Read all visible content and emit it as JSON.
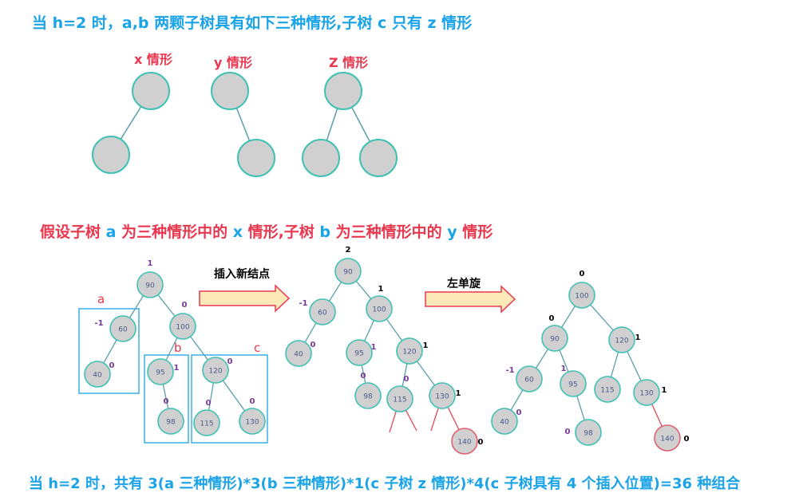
{
  "colors": {
    "heading_blue": "#1aa3e8",
    "highlight_red": "#e8384f",
    "node_fill": "#d0d0d0",
    "node_stroke": "#3fc1b4",
    "edge": "#5a9fa8",
    "box": "#1aa3e8",
    "balance_purple": "#7a3a9c",
    "node_text": "#4a5a8a",
    "arrow_fill": "#fde9b8",
    "arrow_stroke": "#e8384f",
    "red_node_stroke": "#e06070",
    "red_edge": "#e04a5a"
  },
  "headings": {
    "top": "当 h=2 时，a,b 两颗子树具有如下三种情形,子树 c 只有 z 情形",
    "middle": {
      "p1": "假设子树 ",
      "a": "a",
      "p2": " 为三种情形中的 ",
      "x": "x",
      "p3": " 情形,子树 ",
      "b": "b",
      "p4": " 为三种情形中的 ",
      "y": "y",
      "p5": " 情形"
    },
    "bottom": "当 h=2 时，共有 3(a 三种情形)*3(b 三种情形)*1(c 子树 z 情形)*4(c 子树具有 4 个插入位置)=36 种组合"
  },
  "shapes": [
    {
      "label": "x 情形"
    },
    {
      "label": "y 情形"
    },
    {
      "label": "Z 情形"
    }
  ],
  "arrows": {
    "insert": "插入新结点",
    "rotate": "左单旋"
  },
  "boxes": {
    "a": "a",
    "b": "b",
    "c": "c"
  },
  "tree1": {
    "nodes": [
      {
        "value": "90",
        "balance": "1"
      },
      {
        "value": "60",
        "balance": "-1"
      },
      {
        "value": "100",
        "balance": "0"
      },
      {
        "value": "40",
        "balance": "0"
      },
      {
        "value": "95",
        "balance": "1"
      },
      {
        "value": "120",
        "balance": "0"
      },
      {
        "value": "98",
        "balance": "0"
      },
      {
        "value": "115",
        "balance": "0"
      },
      {
        "value": "130",
        "balance": "0"
      }
    ]
  },
  "tree2": {
    "nodes": [
      {
        "value": "90",
        "balance": "2"
      },
      {
        "value": "60",
        "balance": "-1"
      },
      {
        "value": "100",
        "balance": "1"
      },
      {
        "value": "40",
        "balance": "0"
      },
      {
        "value": "95",
        "balance": "1"
      },
      {
        "value": "120",
        "balance": "1"
      },
      {
        "value": "98",
        "balance": "0"
      },
      {
        "value": "115",
        "balance": "0"
      },
      {
        "value": "130",
        "balance": "1"
      },
      {
        "value": "140",
        "balance": "0"
      }
    ]
  },
  "tree3": {
    "nodes": [
      {
        "value": "100",
        "balance": "0"
      },
      {
        "value": "90",
        "balance": "0"
      },
      {
        "value": "120",
        "balance": "1"
      },
      {
        "value": "60",
        "balance": "-1"
      },
      {
        "value": "95",
        "balance": "1"
      },
      {
        "value": "115",
        "balance": ""
      },
      {
        "value": "130",
        "balance": "1"
      },
      {
        "value": "40",
        "balance": "0"
      },
      {
        "value": "98",
        "balance": "0"
      },
      {
        "value": "140",
        "balance": "0"
      }
    ]
  }
}
